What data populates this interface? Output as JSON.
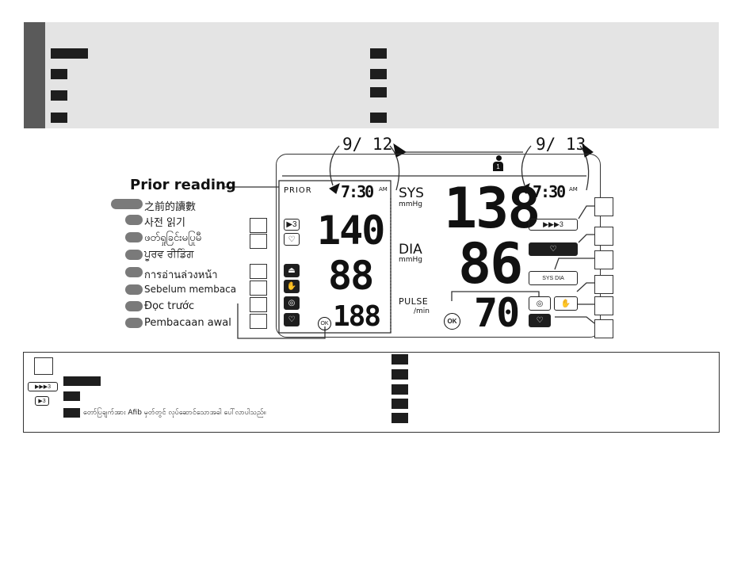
{
  "diagram": {
    "dates": {
      "left": "9/ 12",
      "right": "9/ 13"
    },
    "prior_label": "Prior reading",
    "translations": [
      "之前的讀數",
      "사전 읽기",
      "ဖတ်ရှုခြင်းမပြုမီ",
      "ਪੂਰਵ ਰੀਡਿੰਗ",
      "การอ่านล่วงหน้า",
      "Sebelum membaca",
      "Đọc trước",
      "Pembacaan awal"
    ],
    "prior": {
      "label": "PRIOR",
      "time": "7:30",
      "am": "AM",
      "sys": "140",
      "dia": "88",
      "pulse": "188"
    },
    "current": {
      "time": "7:30",
      "am": "AM",
      "sys": "138",
      "dia": "86",
      "pulse": "70"
    },
    "units": {
      "sys": "SYS",
      "sys_unit": "mmHg",
      "dia": "DIA",
      "dia_unit": "mmHg",
      "pulse": "PULSE",
      "pulse_unit": "/min"
    },
    "icons": {
      "ok": "OK",
      "triple": "▶▶▶3",
      "single": "▶3",
      "sys_dia": "SYS DIA"
    },
    "burmese_note": "တော်ပြချက်အား Afib မှတ်တွင် လုပ်ဆောင်သောအခါ ပေါ်လာပါသည်။"
  }
}
